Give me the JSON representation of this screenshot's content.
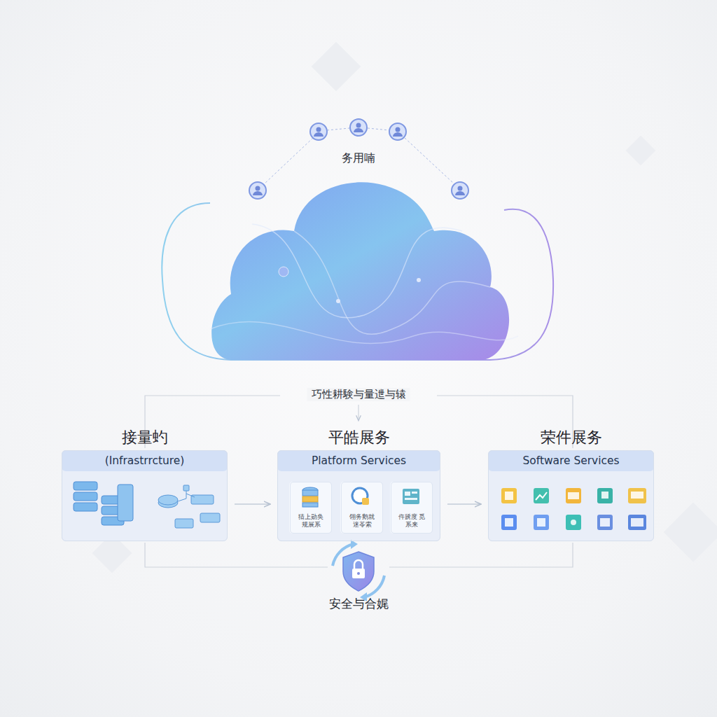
{
  "diagram": {
    "nodes": [
      {
        "text": [
          "接量虳",
          "(Infrastrrcture)"
        ]
      },
      {
        "text": [
          "平皓展务",
          "Platform Services"
        ]
      },
      {
        "text": [
          "荣件展务",
          "Software Services"
        ]
      },
      {
        "text": [
          "猜上勋奂 规展系"
        ],
        "in": 1
      },
      {
        "text": [
          "翎务鹅就 迷苓索"
        ],
        "in": 1
      },
      {
        "text": [
          "仵虒度 觅系来"
        ],
        "in": 1
      }
    ],
    "edges": [
      {
        "from": 0,
        "to": 1,
        "arrow": "to"
      },
      {
        "from": 1,
        "to": 2,
        "arrow": "to"
      }
    ],
    "labels": [
      "务用喃",
      "巧性耕験与量迣与辕",
      "安全与合娓"
    ]
  }
}
